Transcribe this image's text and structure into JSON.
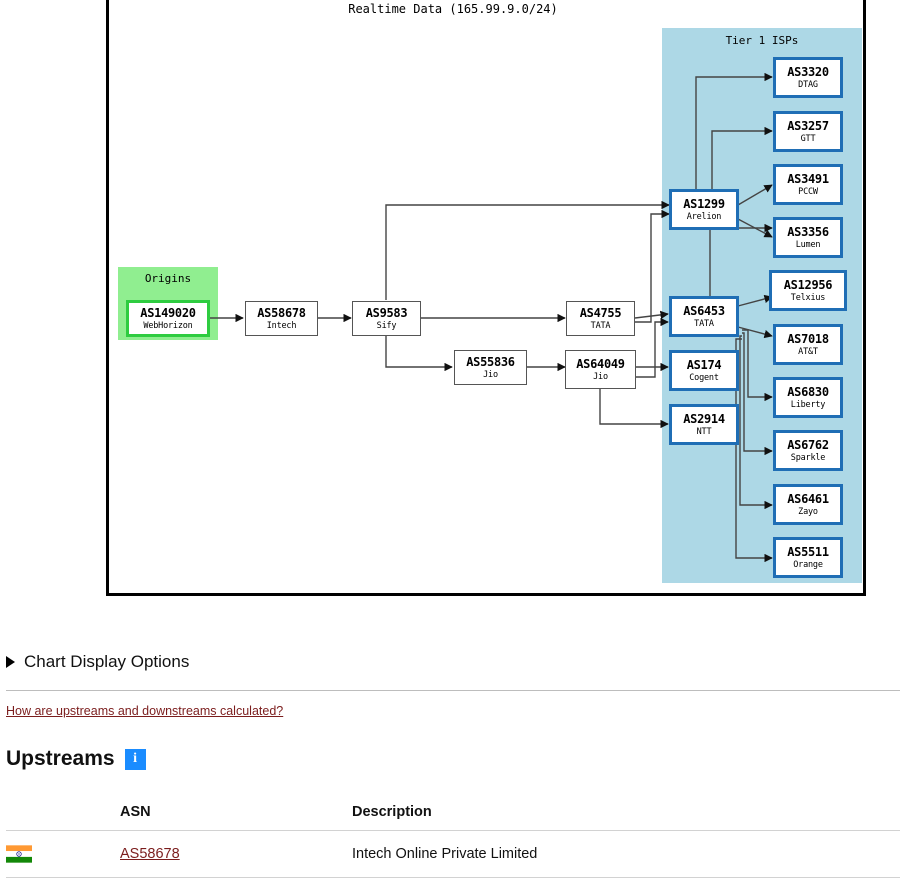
{
  "diagram": {
    "title": "Realtime Data (165.99.9.0/24)",
    "origins_label": "Origins",
    "tier1_label": "Tier 1 ISPs",
    "nodes": [
      {
        "id": "as149020",
        "asn": "AS149020",
        "name": "WebHorizon",
        "group": "origin"
      },
      {
        "id": "as58678",
        "asn": "AS58678",
        "name": "Intech",
        "group": "transit"
      },
      {
        "id": "as9583",
        "asn": "AS9583",
        "name": "Sify",
        "group": "transit"
      },
      {
        "id": "as55836",
        "asn": "AS55836",
        "name": "Jio",
        "group": "transit"
      },
      {
        "id": "as64049",
        "asn": "AS64049",
        "name": "Jio",
        "group": "transit"
      },
      {
        "id": "as4755",
        "asn": "AS4755",
        "name": "TATA",
        "group": "transit"
      },
      {
        "id": "as1299",
        "asn": "AS1299",
        "name": "Arelion",
        "group": "tier1"
      },
      {
        "id": "as6453",
        "asn": "AS6453",
        "name": "TATA",
        "group": "tier1"
      },
      {
        "id": "as174",
        "asn": "AS174",
        "name": "Cogent",
        "group": "tier1"
      },
      {
        "id": "as2914",
        "asn": "AS2914",
        "name": "NTT",
        "group": "tier1"
      },
      {
        "id": "as3320",
        "asn": "AS3320",
        "name": "DTAG",
        "group": "tier1"
      },
      {
        "id": "as3257",
        "asn": "AS3257",
        "name": "GTT",
        "group": "tier1"
      },
      {
        "id": "as3491",
        "asn": "AS3491",
        "name": "PCCW",
        "group": "tier1"
      },
      {
        "id": "as3356",
        "asn": "AS3356",
        "name": "Lumen",
        "group": "tier1"
      },
      {
        "id": "as12956",
        "asn": "AS12956",
        "name": "Telxius",
        "group": "tier1"
      },
      {
        "id": "as7018",
        "asn": "AS7018",
        "name": "AT&T",
        "group": "tier1"
      },
      {
        "id": "as6830",
        "asn": "AS6830",
        "name": "Liberty",
        "group": "tier1"
      },
      {
        "id": "as6762",
        "asn": "AS6762",
        "name": "Sparkle",
        "group": "tier1"
      },
      {
        "id": "as6461",
        "asn": "AS6461",
        "name": "Zayo",
        "group": "tier1"
      },
      {
        "id": "as5511",
        "asn": "AS5511",
        "name": "Orange",
        "group": "tier1"
      }
    ],
    "colors": {
      "origins_background": "#90ee90",
      "origin_border": "#2ecc40",
      "tier1_background": "#add8e6",
      "tier1_border": "#1f6eb5",
      "edge": "#333333",
      "frame": "#000000"
    }
  },
  "chart_options": {
    "label": "Chart Display Options"
  },
  "help_link": {
    "label": "How are upstreams and downstreams calculated?"
  },
  "upstreams": {
    "heading": "Upstreams",
    "info_icon_label": "i",
    "columns": [
      "",
      "ASN",
      "Description"
    ],
    "rows": [
      {
        "flag": "india-flag",
        "asn": "AS58678",
        "description": "Intech Online Private Limited"
      }
    ]
  }
}
